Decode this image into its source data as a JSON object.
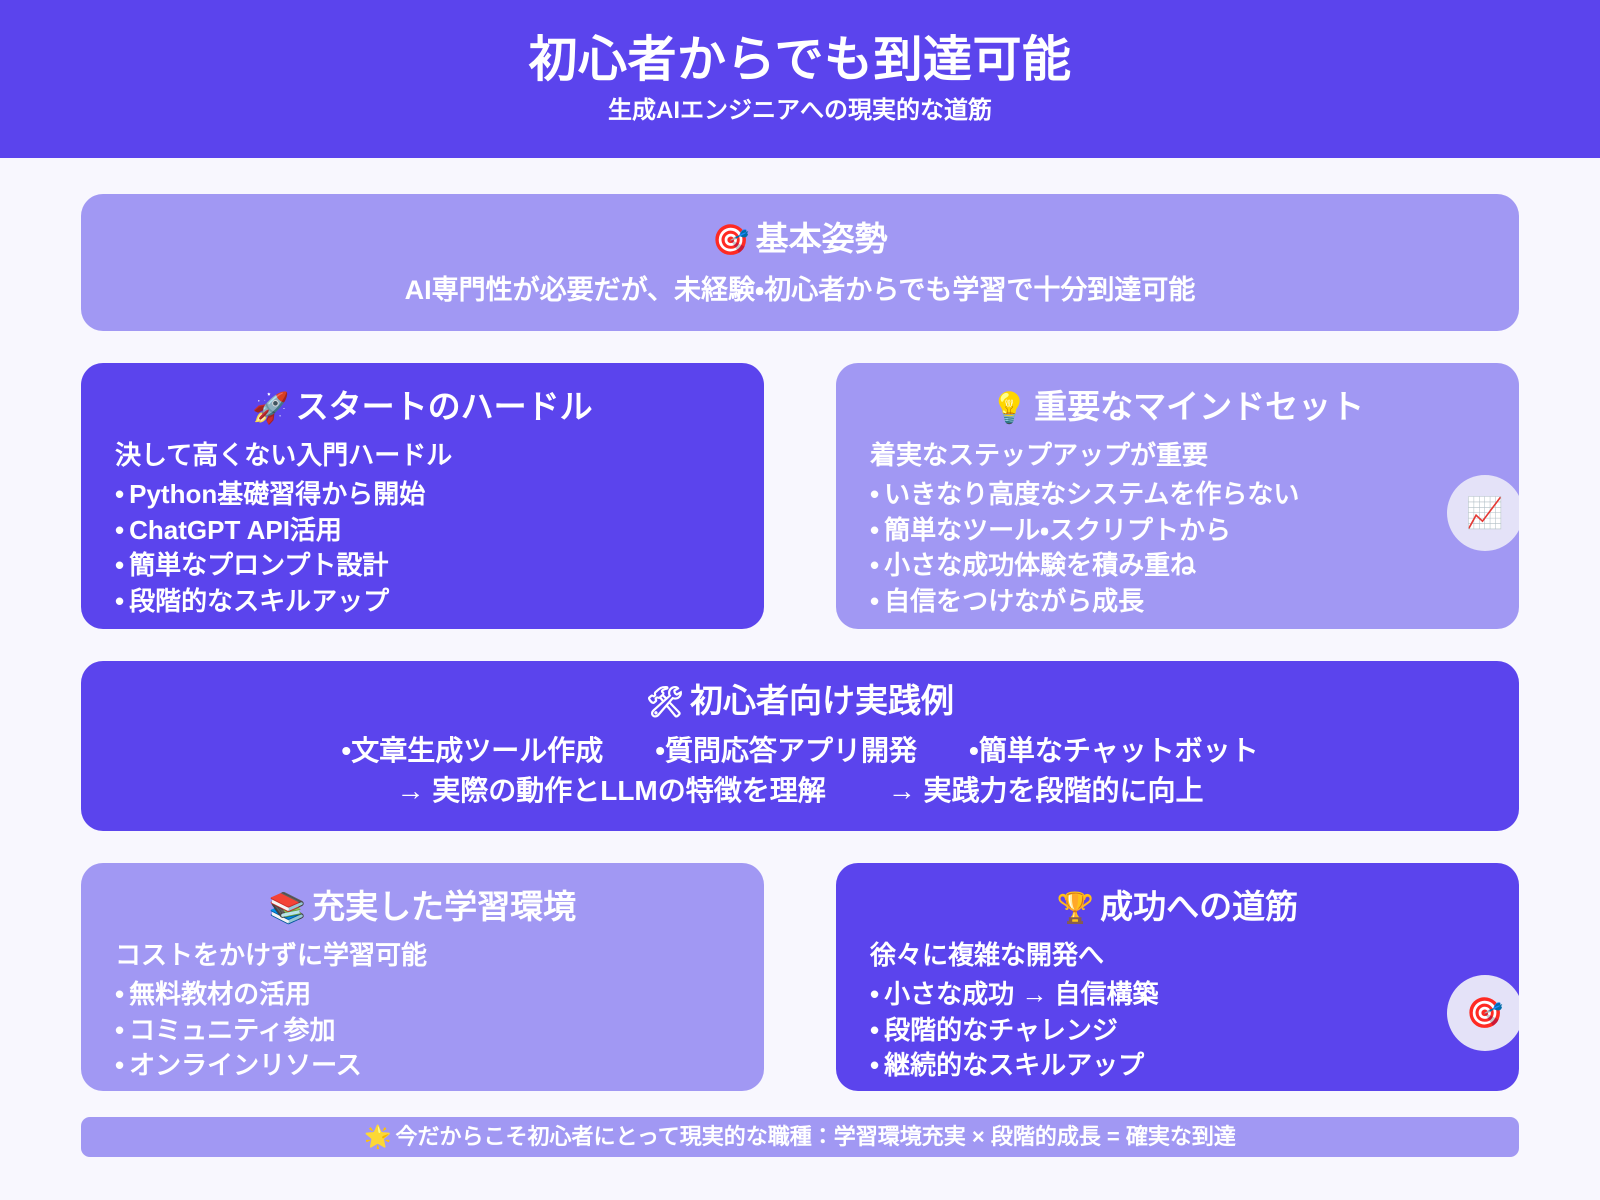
{
  "colors": {
    "primary": "#5b44ed",
    "secondary": "#a198f3",
    "background": "#f8f7fe",
    "badge": "#e4e2f8",
    "text": "#ffffff"
  },
  "header": {
    "title": "初心者からでも到達可能",
    "subtitle": "生成AIエンジニアへの現実的な道筋"
  },
  "banner": {
    "icon": "direct-hit-icon",
    "emoji": "🎯",
    "title": "基本姿勢",
    "text": "AI専門性が必要だが、未経験・初心者からでも学習で十分到達可能"
  },
  "cards": {
    "start_hurdle": {
      "icon": "rocket-icon",
      "emoji": "🚀",
      "title": "スタートのハードル",
      "lead": "決して高くない入門ハードル",
      "items": [
        "Python基礎習得から開始",
        "ChatGPT API活用",
        "簡単なプロンプト設計",
        "段階的なスキルアップ"
      ]
    },
    "mindset": {
      "icon": "light-bulb-icon",
      "emoji": "💡",
      "title": "重要なマインドセット",
      "lead": "着実なステップアップが重要",
      "items": [
        "いきなり高度なシステムを作らない",
        "簡単なツール・スクリプトから",
        "小さな成功体験を積み重ね",
        "自信をつけながら成長"
      ],
      "badge_emoji": "📈",
      "badge_icon": "chart-increasing-icon"
    },
    "practice": {
      "icon": "hammer-and-wrench-icon",
      "emoji": "🛠",
      "title": "初心者向け実践例",
      "examples": [
        "文章生成ツール作成",
        "質問応答アプリ開発",
        "簡単なチャットボット"
      ],
      "outcomes": [
        "実際の動作とLLMの特徴を理解",
        "実践力を段階的に向上"
      ]
    },
    "learning_env": {
      "icon": "books-icon",
      "emoji": "📚",
      "title": "充実した学習環境",
      "lead": "コストをかけずに学習可能",
      "items": [
        "無料教材の活用",
        "コミュニティ参加",
        "オンラインリソース"
      ]
    },
    "success_path": {
      "icon": "trophy-icon",
      "emoji": "🏆",
      "title": "成功への道筋",
      "lead": "徐々に複雑な開発へ",
      "items": [
        "小さな成功 → 自信構築",
        "段階的なチャレンジ",
        "継続的なスキルアップ"
      ],
      "badge_emoji": "🎯",
      "badge_icon": "direct-hit-icon"
    }
  },
  "footer": {
    "icon": "glowing-star-icon",
    "emoji": "🌟",
    "text": "今だからこそ初心者にとって現実的な職種：学習環境充実 × 段階的成長 = 確実な到達"
  },
  "bullet": "•",
  "arrow": "→"
}
